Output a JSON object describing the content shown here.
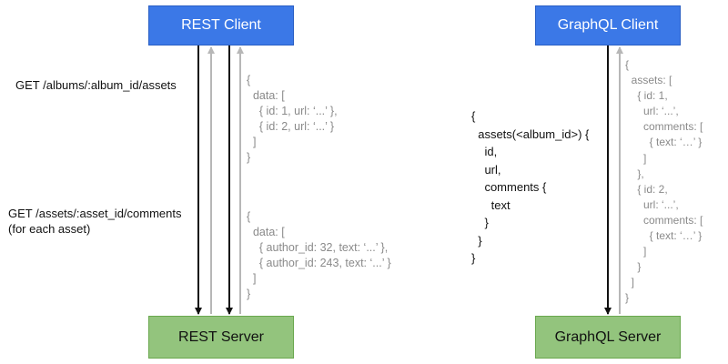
{
  "rest": {
    "client_label": "REST Client",
    "server_label": "REST Server",
    "request1_label": "GET /albums/:album_id/assets",
    "request2_line1": "GET /assets/:asset_id/comments",
    "request2_line2": "(for each asset)",
    "response1": "{\n  data: [\n    { id: 1, url: ‘...’ },\n    { id: 2, url: ‘...’ }\n  ]\n}",
    "response2": "{\n  data: [\n    { author_id: 32, text: ‘...’ },\n    { author_id: 243, text: ‘...’ }\n  ]\n}"
  },
  "graphql": {
    "client_label": "GraphQL Client",
    "server_label": "GraphQL Server",
    "query": "{\n  assets(<album_id>) {\n    id,\n    url,\n    comments {\n      text\n    }\n  }\n}",
    "response": "{\n  assets: [\n    { id: 1,\n      url: ‘...’,\n      comments: [\n        { text: ‘…’ }\n      ]\n    },\n    { id: 2,\n      url: ‘...’,\n      comments: [\n        { text: ‘…’ }\n      ]\n    }\n  ]\n}"
  },
  "colors": {
    "client_fill": "#3b78e7",
    "server_fill": "#93c47d",
    "request_arrow": "#111111",
    "response_arrow": "#b7b7b7",
    "response_text": "#8a8a8a"
  }
}
